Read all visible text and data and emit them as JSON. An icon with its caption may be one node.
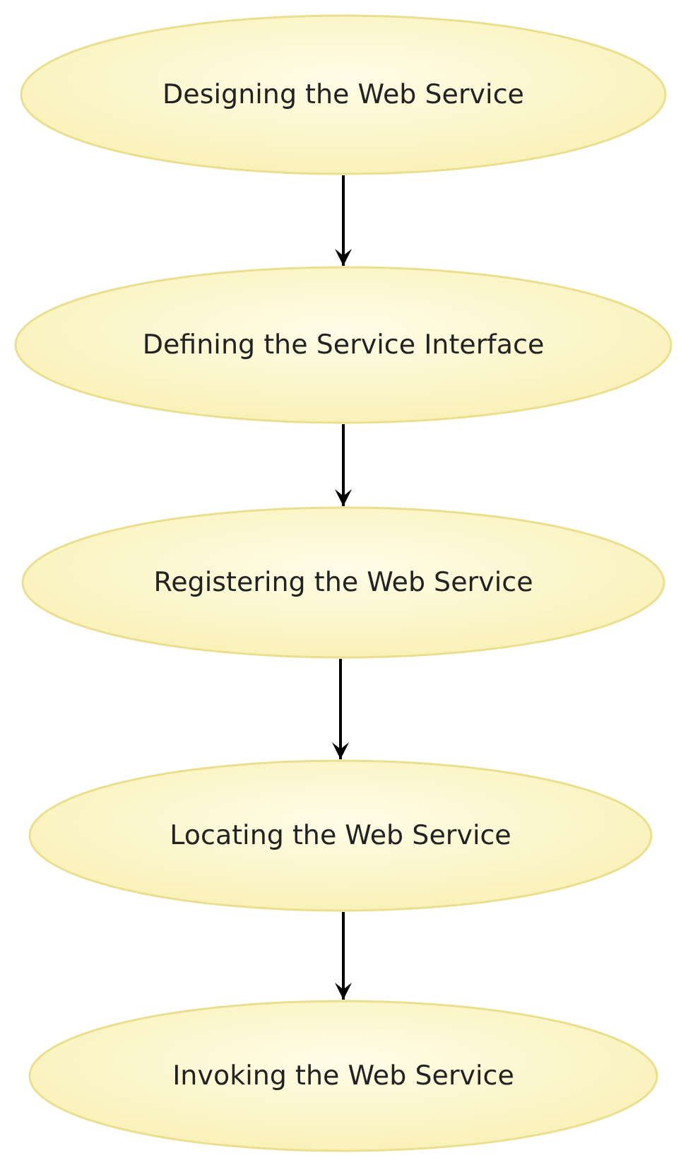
{
  "diagram": {
    "nodes": [
      {
        "text": [
          "Designing the Web Service"
        ]
      },
      {
        "text": [
          "Defining the Service Interface"
        ]
      },
      {
        "text": [
          "Registering the Web Service"
        ]
      },
      {
        "text": [
          "Locating the Web Service"
        ]
      },
      {
        "text": [
          "Invoking the Web Service"
        ]
      }
    ],
    "edges": [
      {
        "from": 0,
        "to": 1,
        "arrow": "to"
      },
      {
        "from": 1,
        "to": 2,
        "arrow": "to"
      },
      {
        "from": 2,
        "to": 3,
        "arrow": "to"
      },
      {
        "from": 3,
        "to": 4,
        "arrow": "to"
      }
    ]
  }
}
